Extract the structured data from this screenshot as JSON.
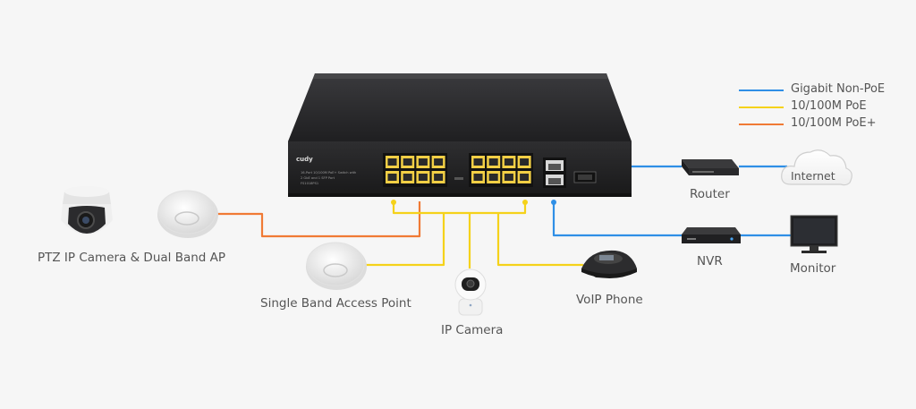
{
  "legend": [
    {
      "label": "Gigabit Non-PoE",
      "color": "#2f8fe6"
    },
    {
      "label": "10/100M PoE",
      "color": "#f5d21a"
    },
    {
      "label": "10/100M PoE+",
      "color": "#f07a35"
    }
  ],
  "colors": {
    "gigabit": "#2f8fe6",
    "poe": "#f5d21a",
    "poe_plus": "#f07a35",
    "switch_body": "#2a2a2c",
    "port_amber": "#f2cf45"
  },
  "switch": {
    "brand": "cudy",
    "spec_lines": [
      "16-Port 10/100M PoE+ Switch with",
      "2 GbE and 1 SFP Port",
      "FS1018PS1"
    ]
  },
  "devices": {
    "ptz": {
      "label": "PTZ IP Camera & Dual Band AP",
      "icon": "dome-camera-icon"
    },
    "single_ap": {
      "label": "Single Band Access Point",
      "icon": "access-point-icon"
    },
    "ip_camera": {
      "label": "IP Camera",
      "icon": "ip-camera-icon"
    },
    "voip": {
      "label": "VoIP Phone",
      "icon": "voip-phone-icon"
    },
    "router": {
      "label": "Router",
      "icon": "router-icon"
    },
    "internet": {
      "label": "Internet",
      "icon": "cloud-icon"
    },
    "nvr": {
      "label": "NVR",
      "icon": "nvr-icon"
    },
    "monitor": {
      "label": "Monitor",
      "icon": "monitor-icon"
    }
  }
}
